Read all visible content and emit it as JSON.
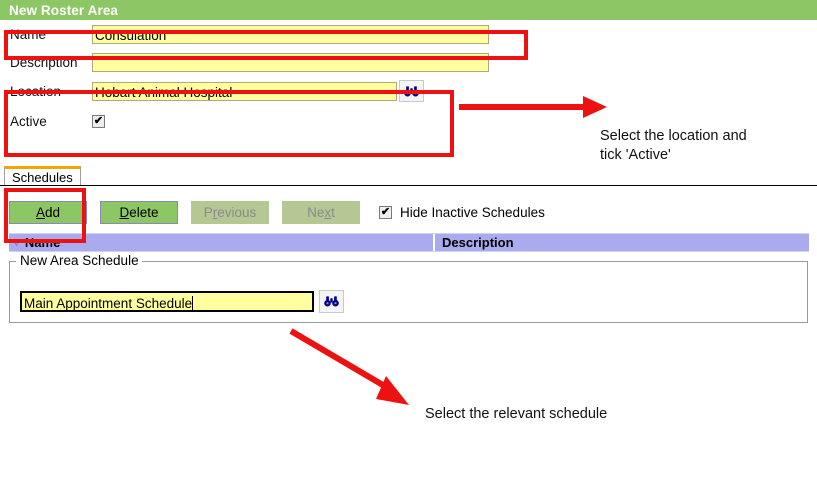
{
  "window": {
    "title": "New Roster Area",
    "header_bg": "#8cc665",
    "header_text_color": "#ffffff"
  },
  "form": {
    "rows": [
      {
        "label": "Name",
        "value": "Consulation",
        "placeholder": ""
      },
      {
        "label": "Description",
        "value": "",
        "placeholder": ""
      },
      {
        "label": "Location",
        "value": "Hobart Animal Hospital",
        "placeholder": ""
      },
      {
        "label": "Active",
        "value": "",
        "placeholder": ""
      }
    ],
    "active_checked": true,
    "active_check_glyph": "✔",
    "lookup_icon": "binoculars-icon"
  },
  "tabs": [
    {
      "label": "Schedules",
      "selected": true
    }
  ],
  "toolbar": {
    "buttons": [
      {
        "label": "Add",
        "accel": "A",
        "enabled": true,
        "highlighted": true
      },
      {
        "label": "Delete",
        "accel": "D",
        "enabled": true,
        "highlighted": false
      },
      {
        "label": "Previous",
        "accel": "r",
        "enabled": false,
        "highlighted": false
      },
      {
        "label": "Next",
        "accel": "x",
        "enabled": false,
        "highlighted": false
      }
    ],
    "hide_inactive": {
      "label": "Hide Inactive Schedules",
      "checked": true,
      "glyph": "✔"
    }
  },
  "grid": {
    "sort_caret": "▽",
    "columns": [
      {
        "label": "Name"
      },
      {
        "label": "Description"
      }
    ],
    "rows": [],
    "header_bg": "#aaaaee"
  },
  "group": {
    "legend": "New Area Schedule",
    "schedule_value": "Main Appointment Schedule",
    "schedule_placeholder": "",
    "lookup_icon": "binoculars-icon"
  },
  "annotations": {
    "color": "#ee1111",
    "location_note_line1": "Select the location and",
    "location_note_line2": "tick 'Active'",
    "schedule_note": "Select the relevant schedule"
  }
}
